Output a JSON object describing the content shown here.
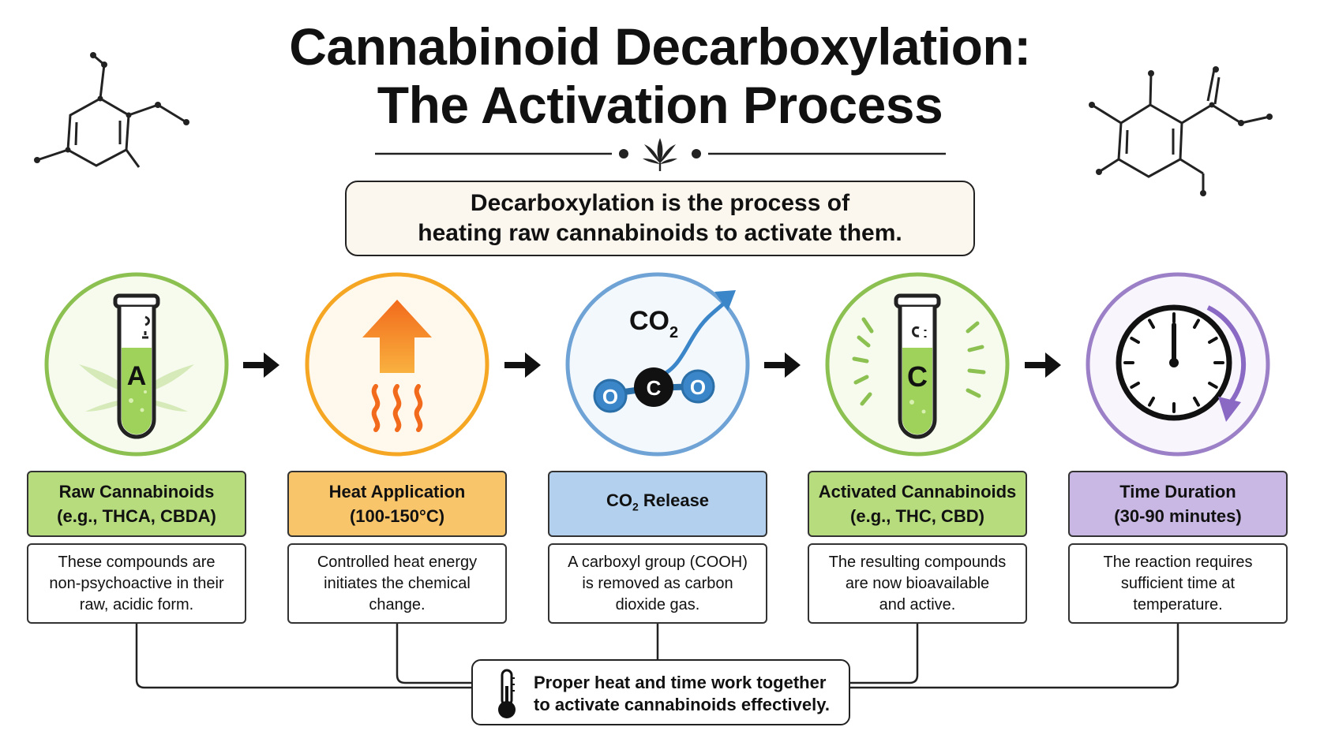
{
  "title": {
    "line1": "Cannabinoid Decarboxylation:",
    "line2": "The Activation Process"
  },
  "subtitle": {
    "line1": "Decarboxylation is the process of",
    "line2": "heating raw cannabinoids to activate them."
  },
  "steps": [
    {
      "label_line1": "Raw Cannabinoids",
      "label_line2": "(e.g., THCA, CBDA)",
      "desc_line1": "These compounds are",
      "desc_line2": "non-psychoactive in their",
      "desc_line3": "raw, acidic form.",
      "tube_letter": "A",
      "color": "#8cc152",
      "label_bg": "#b7dc7e"
    },
    {
      "label_line1": "Heat Application",
      "label_line2": "(100-150°C)",
      "desc_line1": "Controlled heat energy",
      "desc_line2": "initiates the chemical",
      "desc_line3": "change.",
      "color": "#f5a623",
      "label_bg": "#f9c56b"
    },
    {
      "label_main": "CO",
      "label_sub": "2",
      "label_rest": " Release",
      "desc_line1": "A carboxyl group (COOH)",
      "desc_line2": "is removed as carbon",
      "desc_line3": "dioxide gas.",
      "icon_co": "CO",
      "icon_co_sub": "2",
      "atom_o": "O",
      "atom_c": "C",
      "color": "#6fa3d6",
      "label_bg": "#b3d1ee"
    },
    {
      "label_line1": "Activated Cannabinoids",
      "label_line2": "(e.g., THC, CBD)",
      "desc_line1": "The resulting compounds",
      "desc_line2": "are now bioavailable",
      "desc_line3": "and active.",
      "tube_letter": "C",
      "color": "#8cc152",
      "label_bg": "#b7dc7e"
    },
    {
      "label_line1": "Time Duration",
      "label_line2": "(30-90 minutes)",
      "desc_line1": "The reaction requires",
      "desc_line2": "sufficient time at",
      "desc_line3": "temperature.",
      "color": "#9b7fc7",
      "label_bg": "#c8b8e3"
    }
  ],
  "footer": {
    "line1": "Proper heat and time work together",
    "line2": "to activate cannabinoids effectively."
  },
  "icons": {
    "divider": "cannabis-leaf-icon",
    "step1": "test-tube-icon",
    "step2": "heat-arrow-icon",
    "step3": "co2-molecule-icon",
    "step4": "test-tube-icon",
    "step5": "clock-icon",
    "footer": "thermometer-icon",
    "arrows": "right-arrow-icon"
  }
}
